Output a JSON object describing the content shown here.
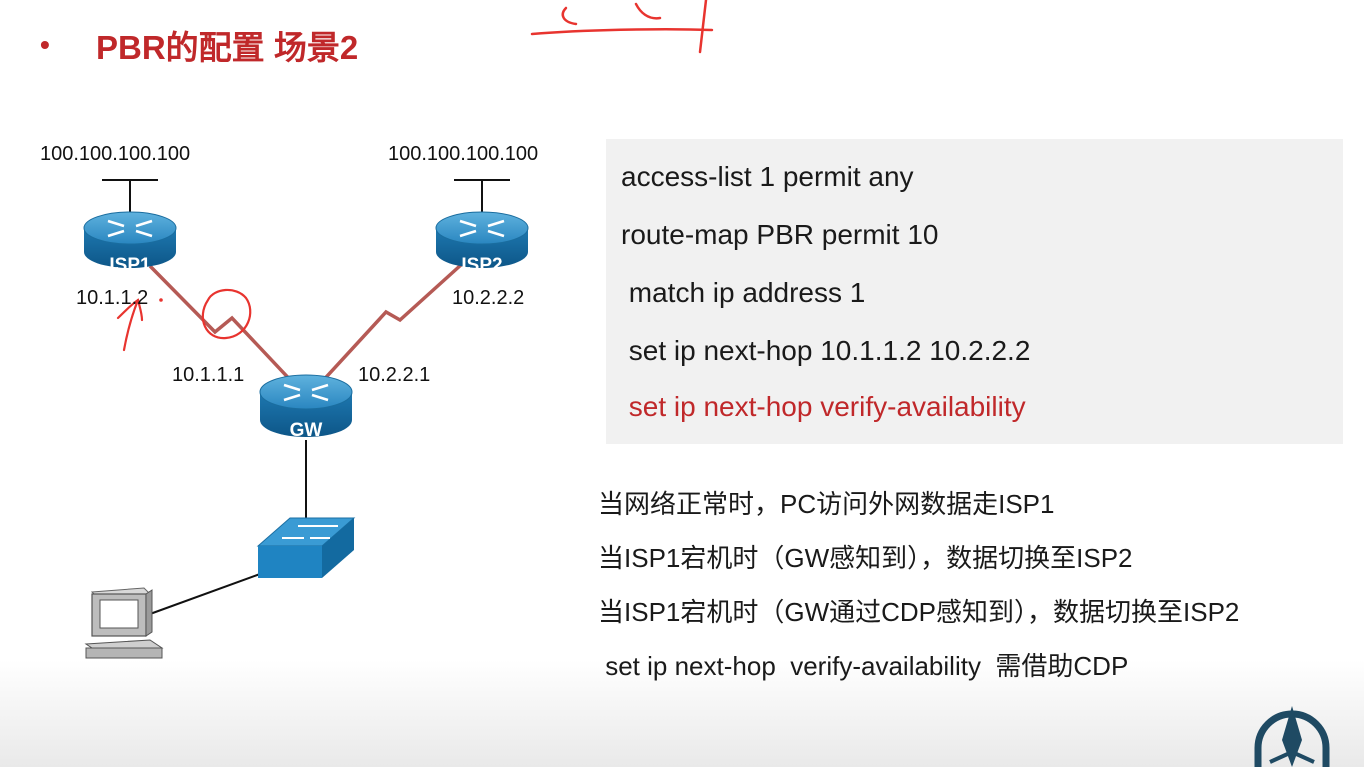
{
  "title": {
    "bullet": "•",
    "text": "PBR的配置 场景2"
  },
  "diagram": {
    "routers": {
      "isp1": "ISP1",
      "isp2": "ISP2",
      "gw": "GW"
    },
    "labels": {
      "isp1_lan": "100.100.100.100",
      "isp2_lan": "100.100.100.100",
      "isp1_wan": "10.1.1.2",
      "isp2_wan": "10.2.2.2",
      "gw_isp1": "10.1.1.1",
      "gw_isp2": "10.2.2.1"
    }
  },
  "config": {
    "lines": [
      "access-list 1 permit any",
      "route-map PBR permit 10",
      " match ip address 1",
      " set ip next-hop 10.1.1.2 10.2.2.2",
      " set ip next-hop verify-availability"
    ],
    "highlight_color": "#c0282a"
  },
  "notes": [
    "当网络正常时，PC访问外网数据走ISP1",
    "当ISP1宕机时（GW感知到），数据切换至ISP2",
    "当ISP1宕机时（GW通过CDP感知到），数据切换至ISP2",
    " set ip next-hop  verify-availability  需借助CDP"
  ],
  "colors": {
    "title": "#c0282a",
    "router_blue": "#1f7fb8",
    "link": "#b55a55",
    "annotation": "#e8342f"
  }
}
